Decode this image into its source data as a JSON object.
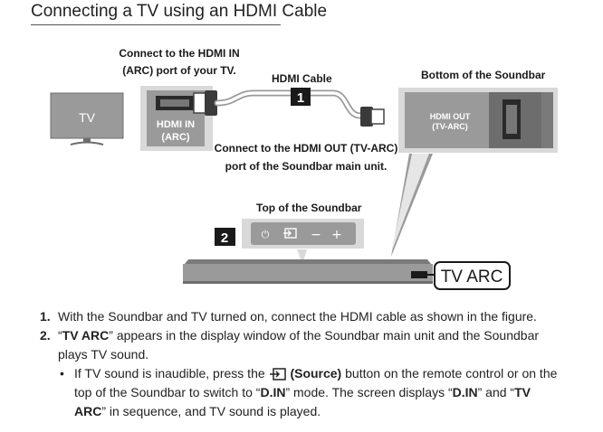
{
  "heading": "Connecting a TV using an HDMI Cable",
  "diagram": {
    "tv_label": "TV",
    "connect_in_line1": "Connect to the HDMI IN",
    "connect_in_line2": "(ARC) port of your TV.",
    "hdmi_in_line1": "HDMI IN",
    "hdmi_in_line2": "(ARC)",
    "hdmi_cable_label": "HDMI Cable",
    "step1_marker": "1",
    "bottom_label": "Bottom of the Soundbar",
    "hdmi_out_line1": "HDMI OUT",
    "hdmi_out_line2": "(TV-ARC)",
    "connect_out_line1": "Connect to the HDMI OUT (TV-ARC)",
    "connect_out_line2": "port of the Soundbar main unit.",
    "top_label": "Top of the Soundbar",
    "step2_marker": "2",
    "display_text": "TV ARC",
    "colors": {
      "box_bg": "#d9d9d9",
      "panel_gray": "#9a9a9a",
      "dark_gray": "#6d6d6d",
      "marker_bg": "#1a1a1a"
    }
  },
  "steps": {
    "s1_num": "1.",
    "s1_text": "With the Soundbar and TV turned on, connect the HDMI cable as shown in the figure.",
    "s2_num": "2.",
    "s2_quote_open": "“",
    "s2_bold": "TV ARC",
    "s2_rest": "” appears in the display window of the Soundbar main unit and the Soundbar plays TV sound.",
    "bullet_char": "•",
    "b_pre": "If TV sound is inaudible, press the ",
    "b_source": "(Source)",
    "b_mid1": " button on the remote control or on the top of the Soundbar to switch to “",
    "b_din1": "D.IN",
    "b_mid2": "” mode. The screen displays “",
    "b_din2": "D.IN",
    "b_mid3": "” and “",
    "b_tvarc": "TV ARC",
    "b_end": "” in sequence, and TV sound is played."
  }
}
